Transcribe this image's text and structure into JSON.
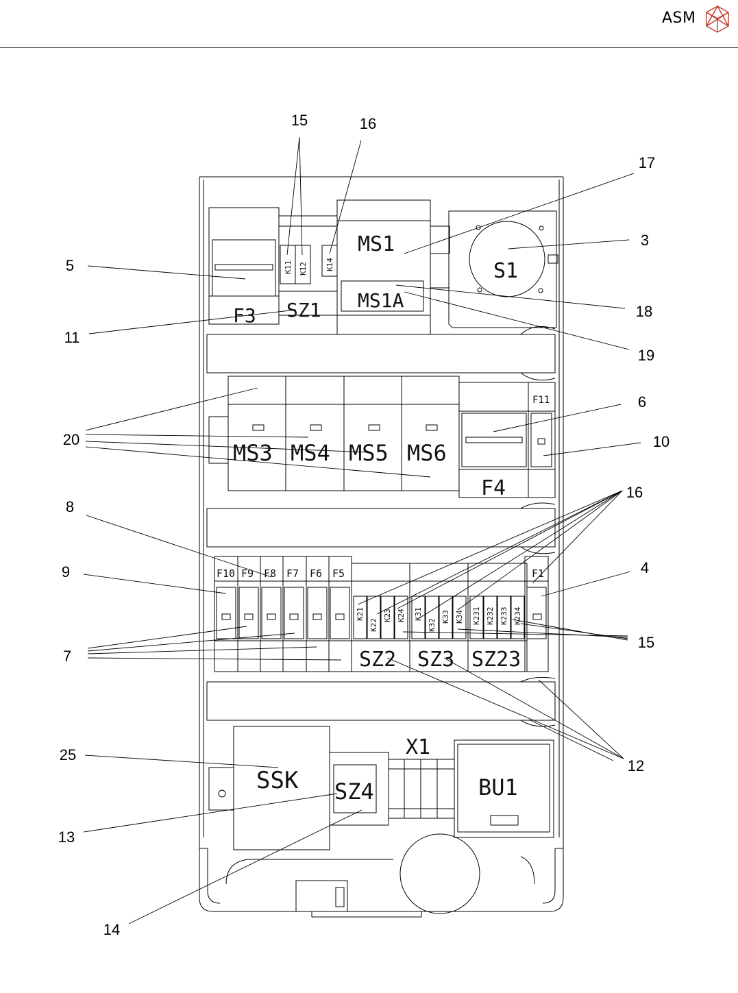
{
  "header": {
    "brand": "ASM",
    "logo_icon": "cube-logo-icon"
  },
  "callouts": [
    "15",
    "16",
    "17",
    "3",
    "5",
    "18",
    "11",
    "19",
    "6",
    "20",
    "10",
    "16",
    "8",
    "4",
    "9",
    "15",
    "7",
    "12",
    "25",
    "13",
    "14"
  ],
  "components": {
    "F3": "F3",
    "SZ1": "SZ1",
    "K11": "K11",
    "K12": "K12",
    "K14": "K14",
    "MS1": "MS1",
    "MS1A": "MS1A",
    "S1": "S1",
    "MS3": "MS3",
    "MS4": "MS4",
    "MS5": "MS5",
    "MS6": "MS6",
    "F4": "F4",
    "F11": "F11",
    "F10": "F10",
    "F9": "F9",
    "F8": "F8",
    "F7": "F7",
    "F6": "F6",
    "F5": "F5",
    "F1": "F1",
    "K21": "K21",
    "K22": "K22",
    "K23": "K23",
    "K24": "K24",
    "K31": "K31",
    "K32": "K32",
    "K33": "K33",
    "K34": "K34",
    "K231": "K231",
    "K232": "K232",
    "K233": "K233",
    "K234": "K234",
    "SZ2": "SZ2",
    "SZ3": "SZ3",
    "SZ23": "SZ23",
    "X1": "X1",
    "SSK": "SSK",
    "SZ4": "SZ4",
    "BU1": "BU1"
  }
}
